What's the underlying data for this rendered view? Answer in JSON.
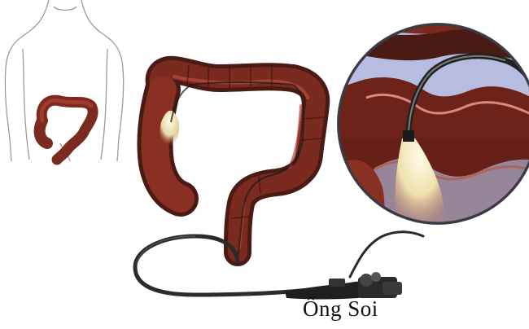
{
  "labels": {
    "scope": "Ống Soi"
  },
  "colors": {
    "background": "#ffffff",
    "colon_dark": "#4a1a14",
    "colon_mid": "#7a2a1e",
    "colon_light": "#b4483a",
    "mucosa_pink": "#d98a80",
    "torso_outline": "#9a9a9a",
    "inset_bg": "#b7bde0",
    "scope_body": "#2b2b2b",
    "light_glow": "#f4f0c8"
  },
  "icons": {
    "torso": "torso-outline",
    "colon": "large-intestine",
    "inset": "magnified-colon-section",
    "scope": "colonoscope"
  }
}
